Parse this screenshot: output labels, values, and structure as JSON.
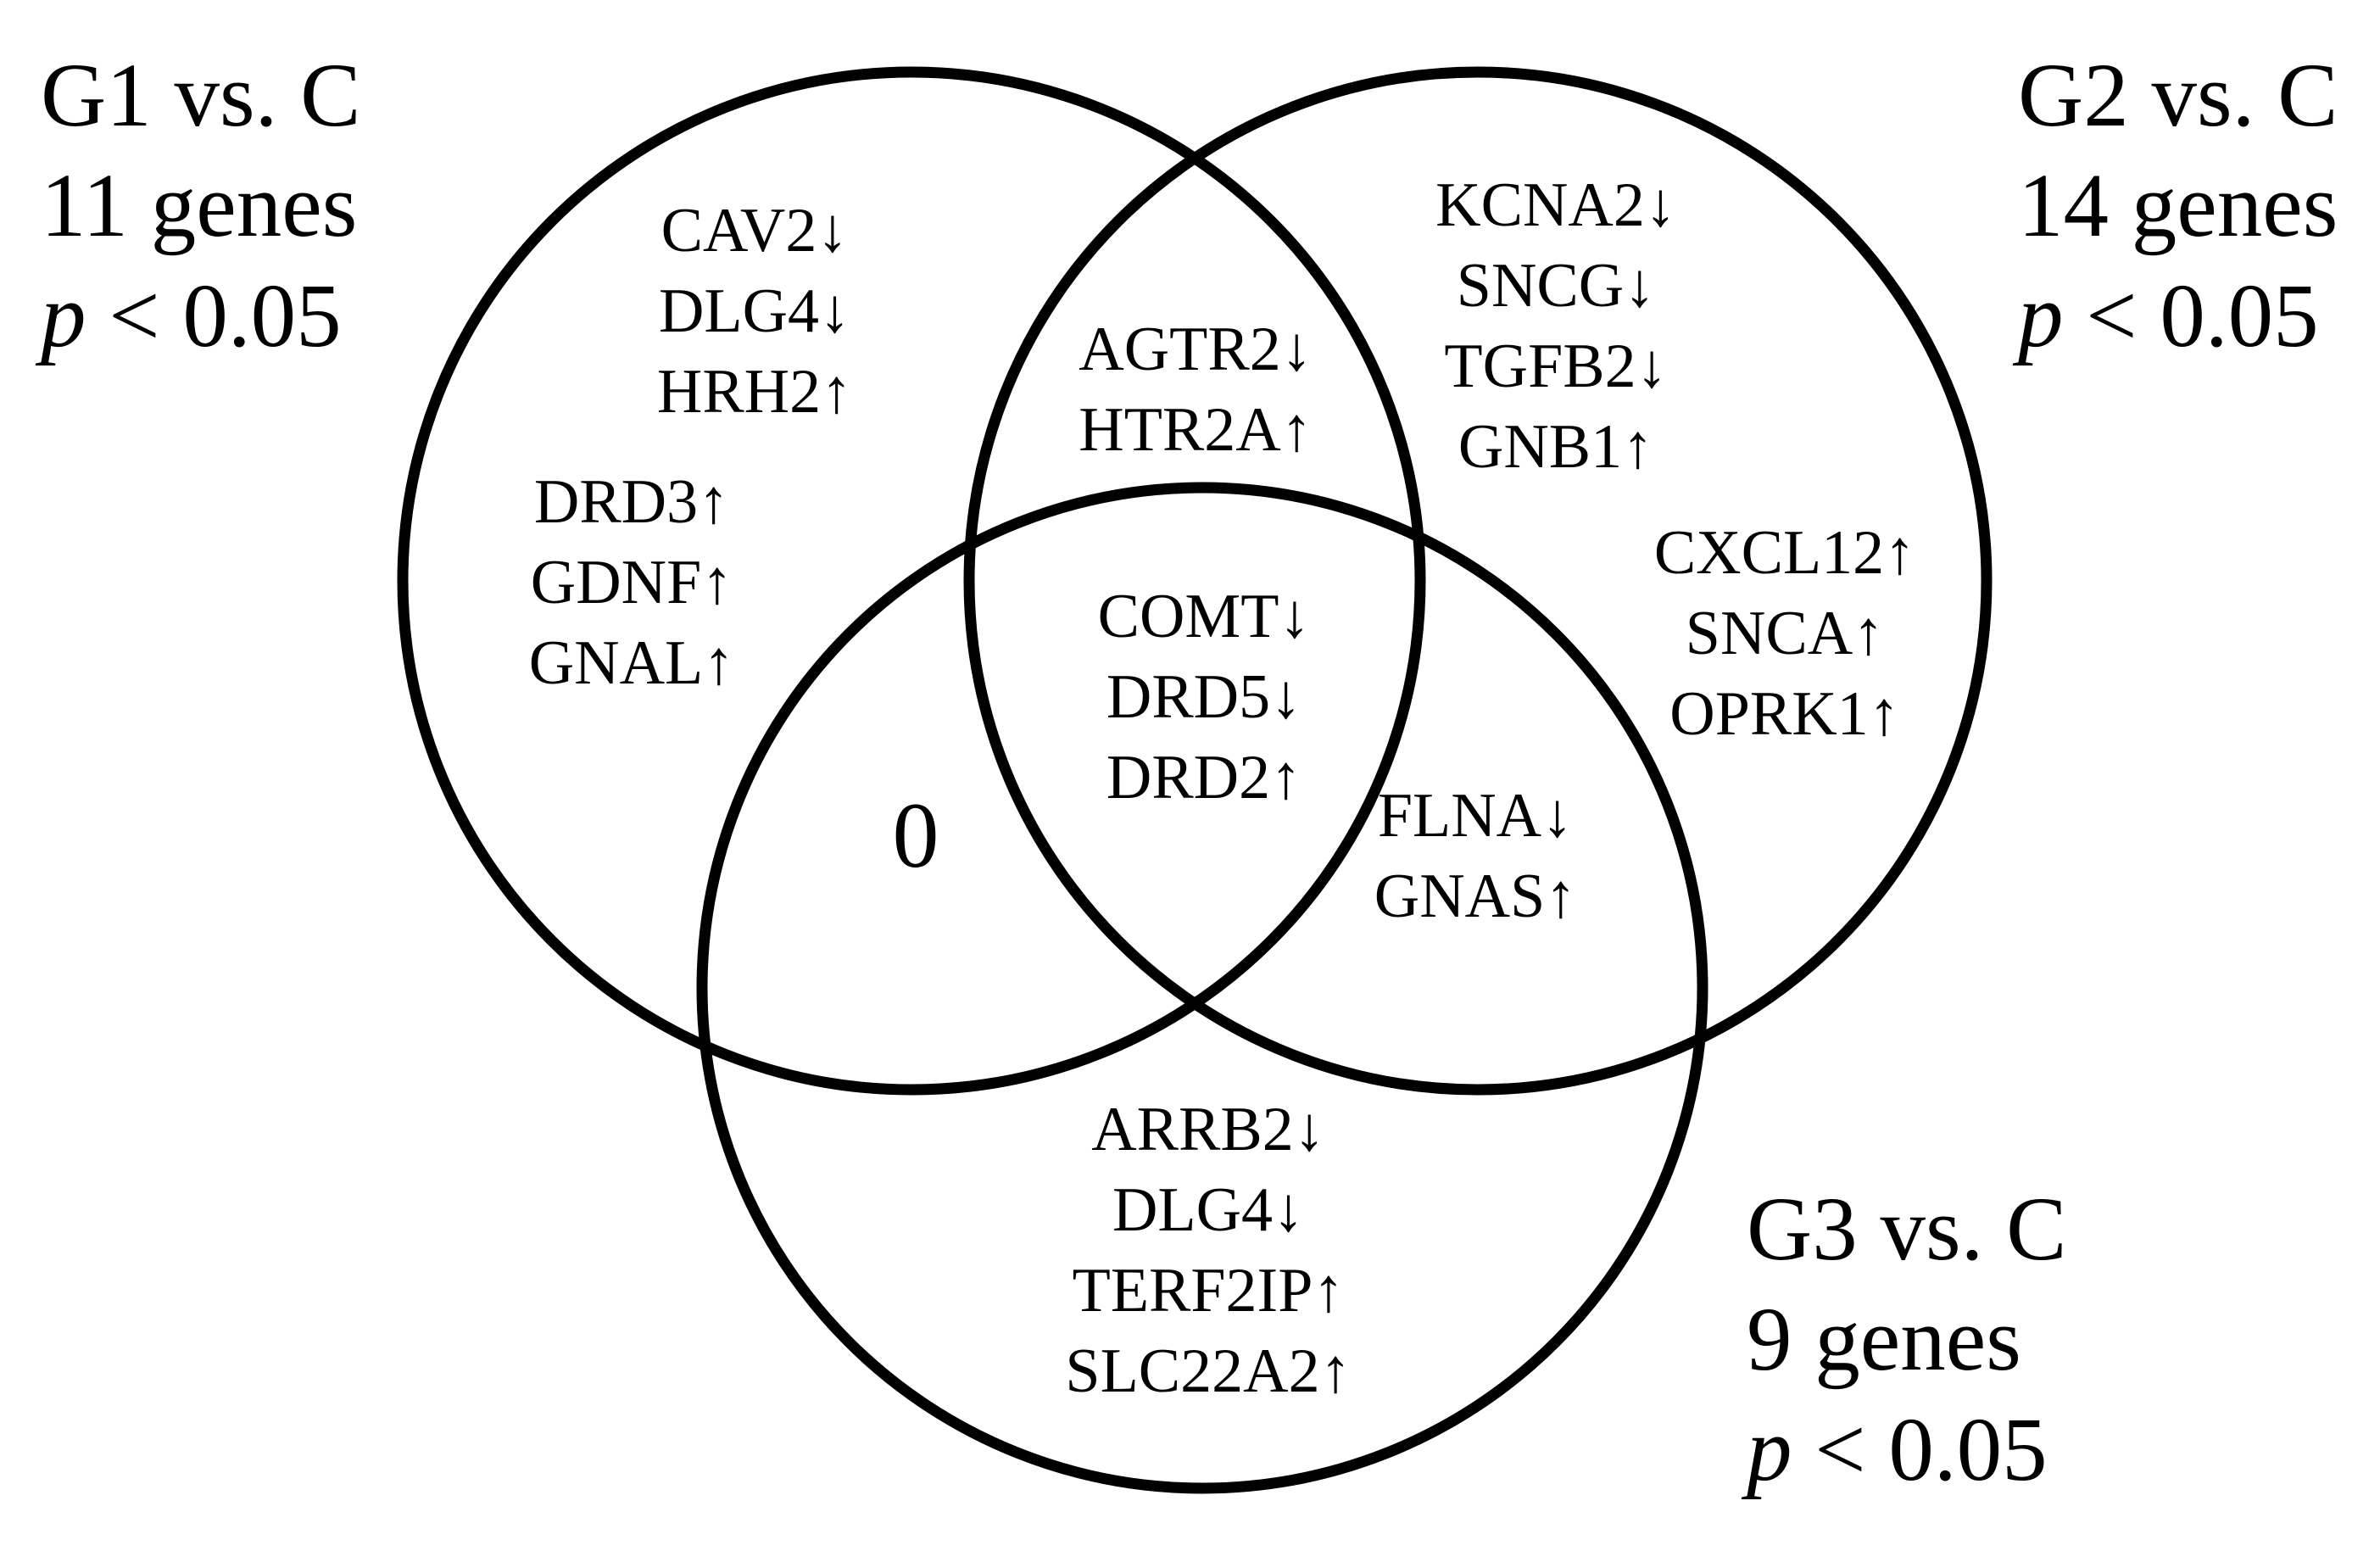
{
  "sets": [
    {
      "id": "g1",
      "title": "G1 vs. C",
      "count": "11 genes",
      "p_symbol": "p",
      "p_rest": " < 0.05"
    },
    {
      "id": "g2",
      "title": "G2 vs. C",
      "count": "14 genes",
      "p_symbol": "p",
      "p_rest": " < 0.05"
    },
    {
      "id": "g3",
      "title": "G3 vs. C",
      "count": "9 genes",
      "p_symbol": "p",
      "p_rest": " < 0.05"
    }
  ],
  "regions": {
    "g1_only_top": [
      "CAV2↓",
      "DLG4↓",
      "HRH2↑"
    ],
    "g1_only_left": [
      "DRD3↑",
      "GDNF↑",
      "GNAL↑"
    ],
    "g1_g2": [
      "AGTR2↓",
      "HTR2A↑"
    ],
    "g2_only_top": [
      "KCNA2↓",
      "SNCG↓",
      "TGFB2↓",
      "GNB1↑"
    ],
    "g2_only_right": [
      "CXCL12↑",
      "SNCA↑",
      "OPRK1↑"
    ],
    "all_three": [
      "COMT↓",
      "DRD5↓",
      "DRD2↑"
    ],
    "g1_g3_count": "0",
    "g2_g3": [
      "FLNA↓",
      "GNAS↑"
    ],
    "g3_only": [
      "ARRB2↓",
      "DLG4↓",
      "TERF2IP↑",
      "SLC22A2↑"
    ]
  },
  "colors": {
    "outline": "#000000",
    "text": "#000000",
    "background": "#ffffff"
  }
}
